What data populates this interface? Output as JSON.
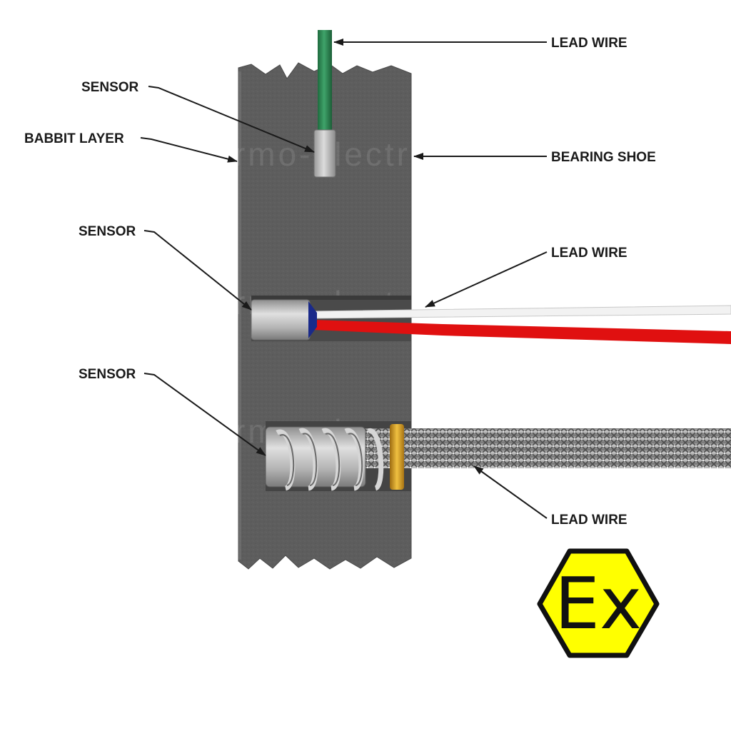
{
  "labels": {
    "lead_wire_top": "LEAD WIRE",
    "sensor_top": "SENSOR",
    "babbit_layer": "BABBIT LAYER",
    "bearing_shoe": "BEARING SHOE",
    "sensor_middle": "SENSOR",
    "lead_wire_middle": "LEAD WIRE",
    "sensor_bottom": "SENSOR",
    "lead_wire_bottom": "LEAD WIRE"
  },
  "watermark": "thermo-electra",
  "ex_symbol": {
    "text": "Ex",
    "fill_color": "#ffff00",
    "stroke_color": "#111111"
  },
  "colors": {
    "bearing_shoe": "#5c5c5c",
    "lead_wire_green": "#2e8b57",
    "lead_wire_white": "#f2f2f2",
    "lead_wire_red": "#e01010",
    "sensor_metal": "#b8b8b8",
    "braid": "#9a9a9a",
    "ring_gold": "#d4a020"
  }
}
